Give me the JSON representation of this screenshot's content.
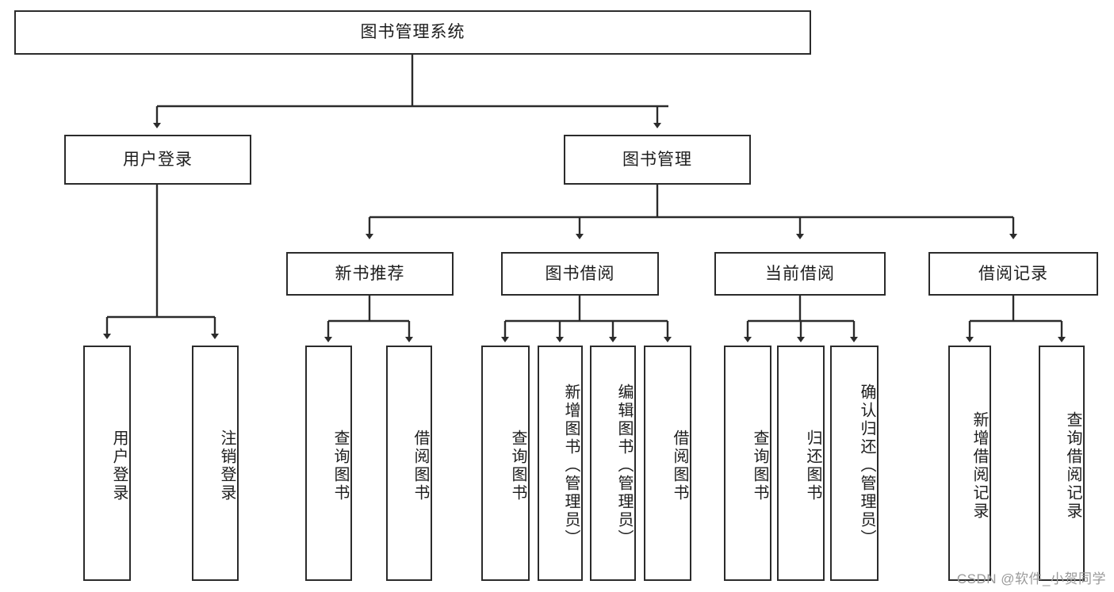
{
  "diagram": {
    "title": "图书管理系统",
    "type": "tree-hierarchy",
    "root": {
      "label": "图书管理系统"
    },
    "level2": [
      {
        "label": "用户登录"
      },
      {
        "label": "图书管理"
      }
    ],
    "level3": [
      {
        "label": "新书推荐"
      },
      {
        "label": "图书借阅"
      },
      {
        "label": "当前借阅"
      },
      {
        "label": "借阅记录"
      }
    ],
    "leaves": {
      "user_login": [
        {
          "label": "用户登录"
        },
        {
          "label": "注销登录"
        }
      ],
      "new_book_recommend": [
        {
          "label": "查询图书"
        },
        {
          "label": "借阅图书"
        }
      ],
      "book_borrow": [
        {
          "label": "查询图书"
        },
        {
          "label": "新增图书（管理员）"
        },
        {
          "label": "编辑图书（管理员）"
        },
        {
          "label": "借阅图书"
        }
      ],
      "current_borrow": [
        {
          "label": "查询图书"
        },
        {
          "label": "归还图书"
        },
        {
          "label": "确认归还（管理员）"
        }
      ],
      "borrow_record": [
        {
          "label": "新增借阅记录"
        },
        {
          "label": "查询借阅记录"
        }
      ]
    }
  },
  "watermark": {
    "text": "CSDN @软件_小贺同学"
  },
  "colors": {
    "stroke": "#2b2b2b",
    "fill": "#ffffff",
    "text": "#1d1d1d",
    "watermark": "#9a9a9a"
  }
}
